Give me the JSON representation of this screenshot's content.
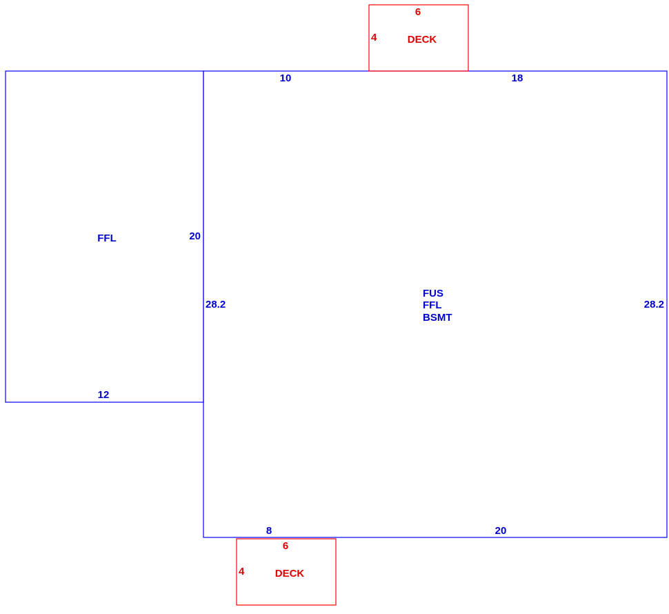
{
  "colors": {
    "structure": "#0000ff",
    "structure_text": "#0000cc",
    "deck": "#ff0000",
    "deck_text": "#dd0000"
  },
  "main_area": {
    "labels": [
      "FUS",
      "FFL",
      "BSMT"
    ],
    "dim_top_left": "10",
    "dim_top_right": "18",
    "dim_left": "28.2",
    "dim_right": "28.2",
    "dim_bottom_left": "8",
    "dim_bottom_right": "20"
  },
  "wing": {
    "label": "FFL",
    "dim_right": "20",
    "dim_bottom": "12"
  },
  "deck_top": {
    "label": "DECK",
    "dim_width": "6",
    "dim_depth": "4"
  },
  "deck_bottom": {
    "label": "DECK",
    "dim_width": "6",
    "dim_depth": "4"
  }
}
